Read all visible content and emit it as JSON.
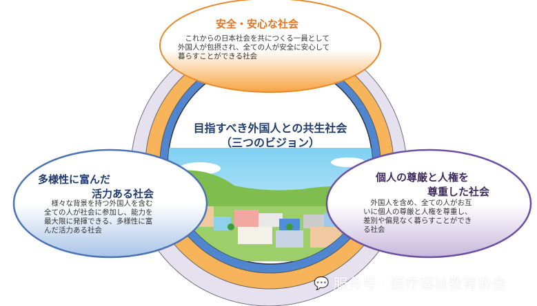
{
  "center": {
    "title_line1": "目指すべき外国人との共生社会",
    "title_line2": "（三つのビジョン）"
  },
  "visions": [
    {
      "title_lines": [
        "安全・安心な社会"
      ],
      "body_lines": [
        "　これからの日本社会を共につくる一員として",
        "外国人が包摂され、全ての人が安全に安心して",
        "暮らすことができる社会"
      ],
      "color": "#e8731f"
    },
    {
      "title_lines": [
        "多様性に富んだ",
        "活力ある社会"
      ],
      "body_lines": [
        "　様々な背景を持つ外国人を含む",
        "全ての人が社会に参加し、能力を",
        "最大限に発揮できる、多様性に富",
        "んだ活力ある社会"
      ],
      "color": "#1f3b6e"
    },
    {
      "title_lines": [
        "個人の尊厳と人権を",
        "尊重した社会"
      ],
      "body_lines": [
        "　外国人を含め、全ての人がお互",
        "いに個人の尊厳と人権を尊重し、",
        "差別や偏見なく暮らすことができ",
        "る社会"
      ],
      "color": "#3d2a5a"
    }
  ],
  "watermark": "服务号 · 医疗福祉教育协会"
}
